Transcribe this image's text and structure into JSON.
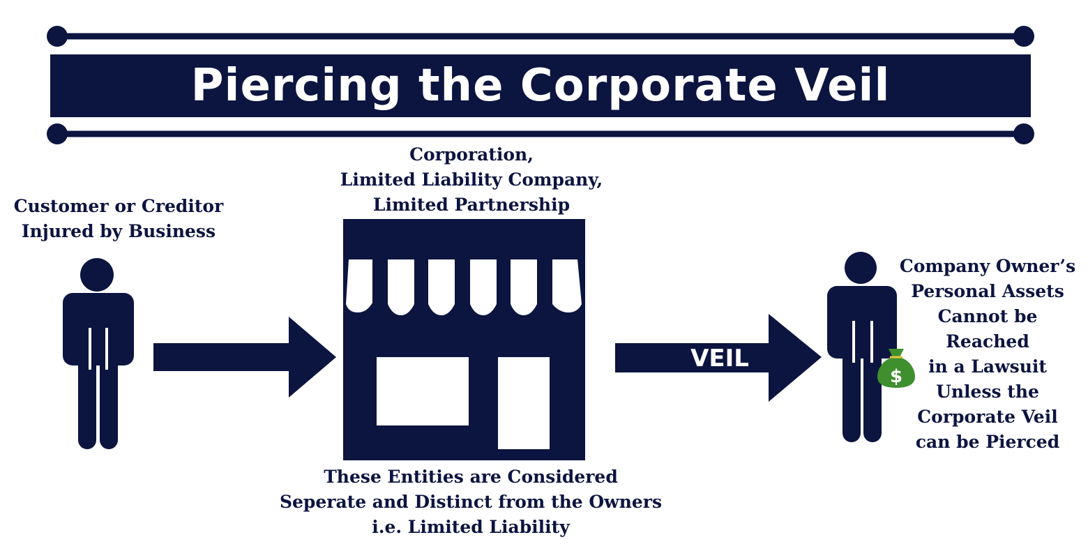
{
  "title": "Piercing the Corporate Veil",
  "colors": {
    "navy": "#0c1440",
    "white": "#ffffff",
    "money_green": "#3f8f2f"
  },
  "icons": {
    "left_person": "person-icon",
    "storefront": "storefront-icon",
    "right_person": "person-icon",
    "money_bag": "money-bag-icon",
    "arrow_left": "arrow-right-icon",
    "arrow_veil": "arrow-right-icon"
  },
  "labels": {
    "creditor": [
      "Customer or Creditor",
      "Injured by Business"
    ],
    "entities": [
      "Corporation,",
      "Limited Liability Company,",
      "Limited Partnership"
    ],
    "separate": [
      "These Entities are Considered",
      "Seperate and Distinct from the Owners",
      "i.e. Limited Liability"
    ],
    "owner_assets": [
      "Company Owner’s",
      "Personal Assets",
      "Cannot be",
      "Reached",
      "in a Lawsuit",
      "Unless the",
      "Corporate Veil",
      "can be Pierced"
    ],
    "veil": "VEIL",
    "money_symbol": "$"
  }
}
